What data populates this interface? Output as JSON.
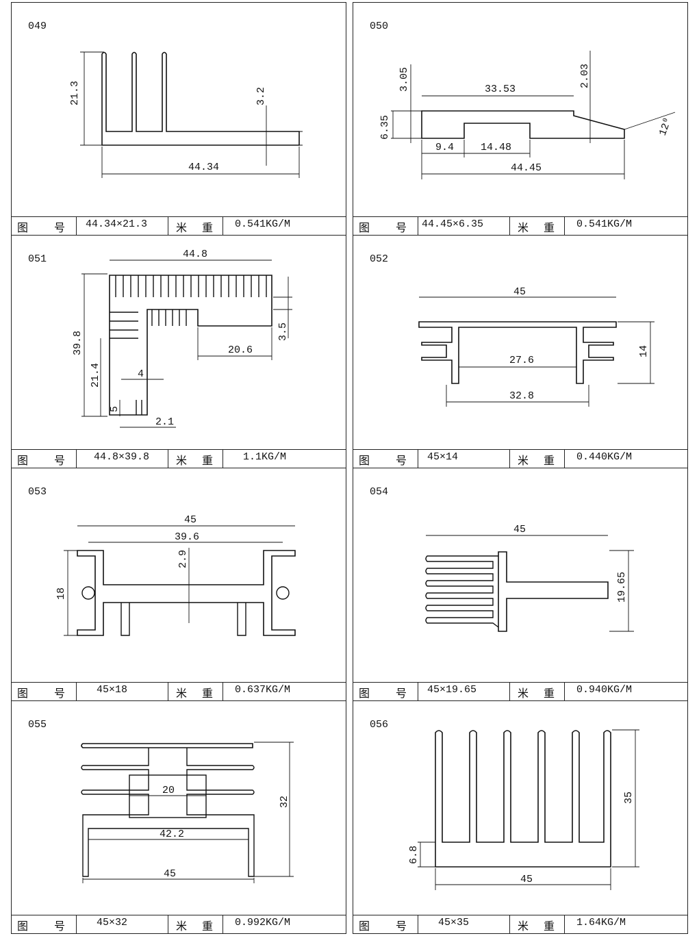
{
  "labels": {
    "figure_no": "图号",
    "meter_weight": "米重"
  },
  "items": [
    {
      "code": "049",
      "size": "44.34×21.3",
      "weight": "0.541KG/M",
      "dims": [
        "21.3",
        "3.2",
        "44.34"
      ]
    },
    {
      "code": "050",
      "size": "44.45×6.35",
      "weight": "0.541KG/M",
      "dims": [
        "3.05",
        "33.53",
        "2.03",
        "6.35",
        "12⁰",
        "9.4",
        "14.48",
        "44.45"
      ]
    },
    {
      "code": "051",
      "size": "44.8×39.8",
      "weight": "1.1KG/M",
      "dims": [
        "44.8",
        "39.8",
        "3.5",
        "20.6",
        "21.4",
        "4",
        "5",
        "2.1"
      ]
    },
    {
      "code": "052",
      "size": "45×14",
      "weight": "0.440KG/M",
      "dims": [
        "45",
        "14",
        "27.6",
        "32.8"
      ]
    },
    {
      "code": "053",
      "size": "45×18",
      "weight": "0.637KG/M",
      "dims": [
        "45",
        "39.6",
        "2.9",
        "18"
      ]
    },
    {
      "code": "054",
      "size": "45×19.65",
      "weight": "0.940KG/M",
      "dims": [
        "45",
        "19.65"
      ]
    },
    {
      "code": "055",
      "size": "45×32",
      "weight": "0.992KG/M",
      "dims": [
        "20",
        "42.2",
        "32",
        "45"
      ]
    },
    {
      "code": "056",
      "size": "45×35",
      "weight": "1.64KG/M",
      "dims": [
        "35",
        "6.8",
        "45"
      ]
    }
  ]
}
